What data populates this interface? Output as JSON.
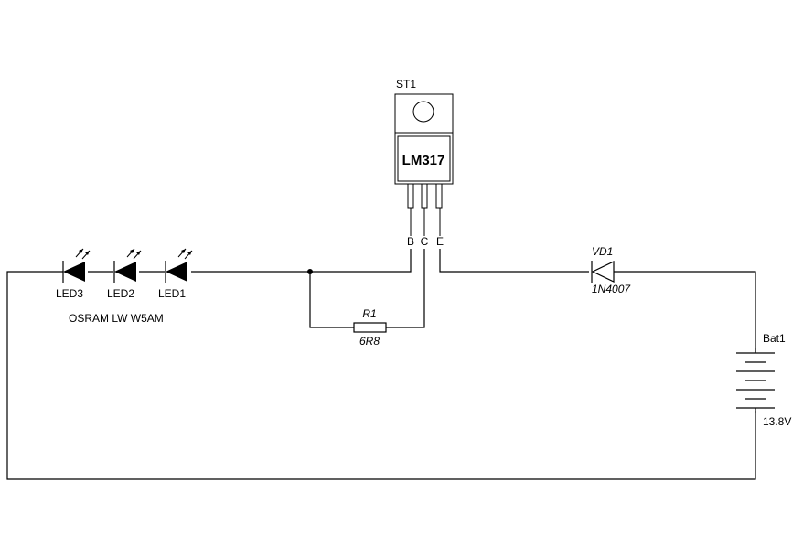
{
  "regulator": {
    "ref": "ST1",
    "part": "LM317",
    "pins": [
      "B",
      "C",
      "E"
    ]
  },
  "leds": [
    {
      "ref": "LED3"
    },
    {
      "ref": "LED2"
    },
    {
      "ref": "LED1"
    }
  ],
  "led_note": "OSRAM LW W5AM",
  "resistor": {
    "ref": "R1",
    "value": "6R8"
  },
  "diode": {
    "ref": "VD1",
    "part": "1N4007"
  },
  "battery": {
    "ref": "Bat1",
    "voltage": "13.8V"
  }
}
